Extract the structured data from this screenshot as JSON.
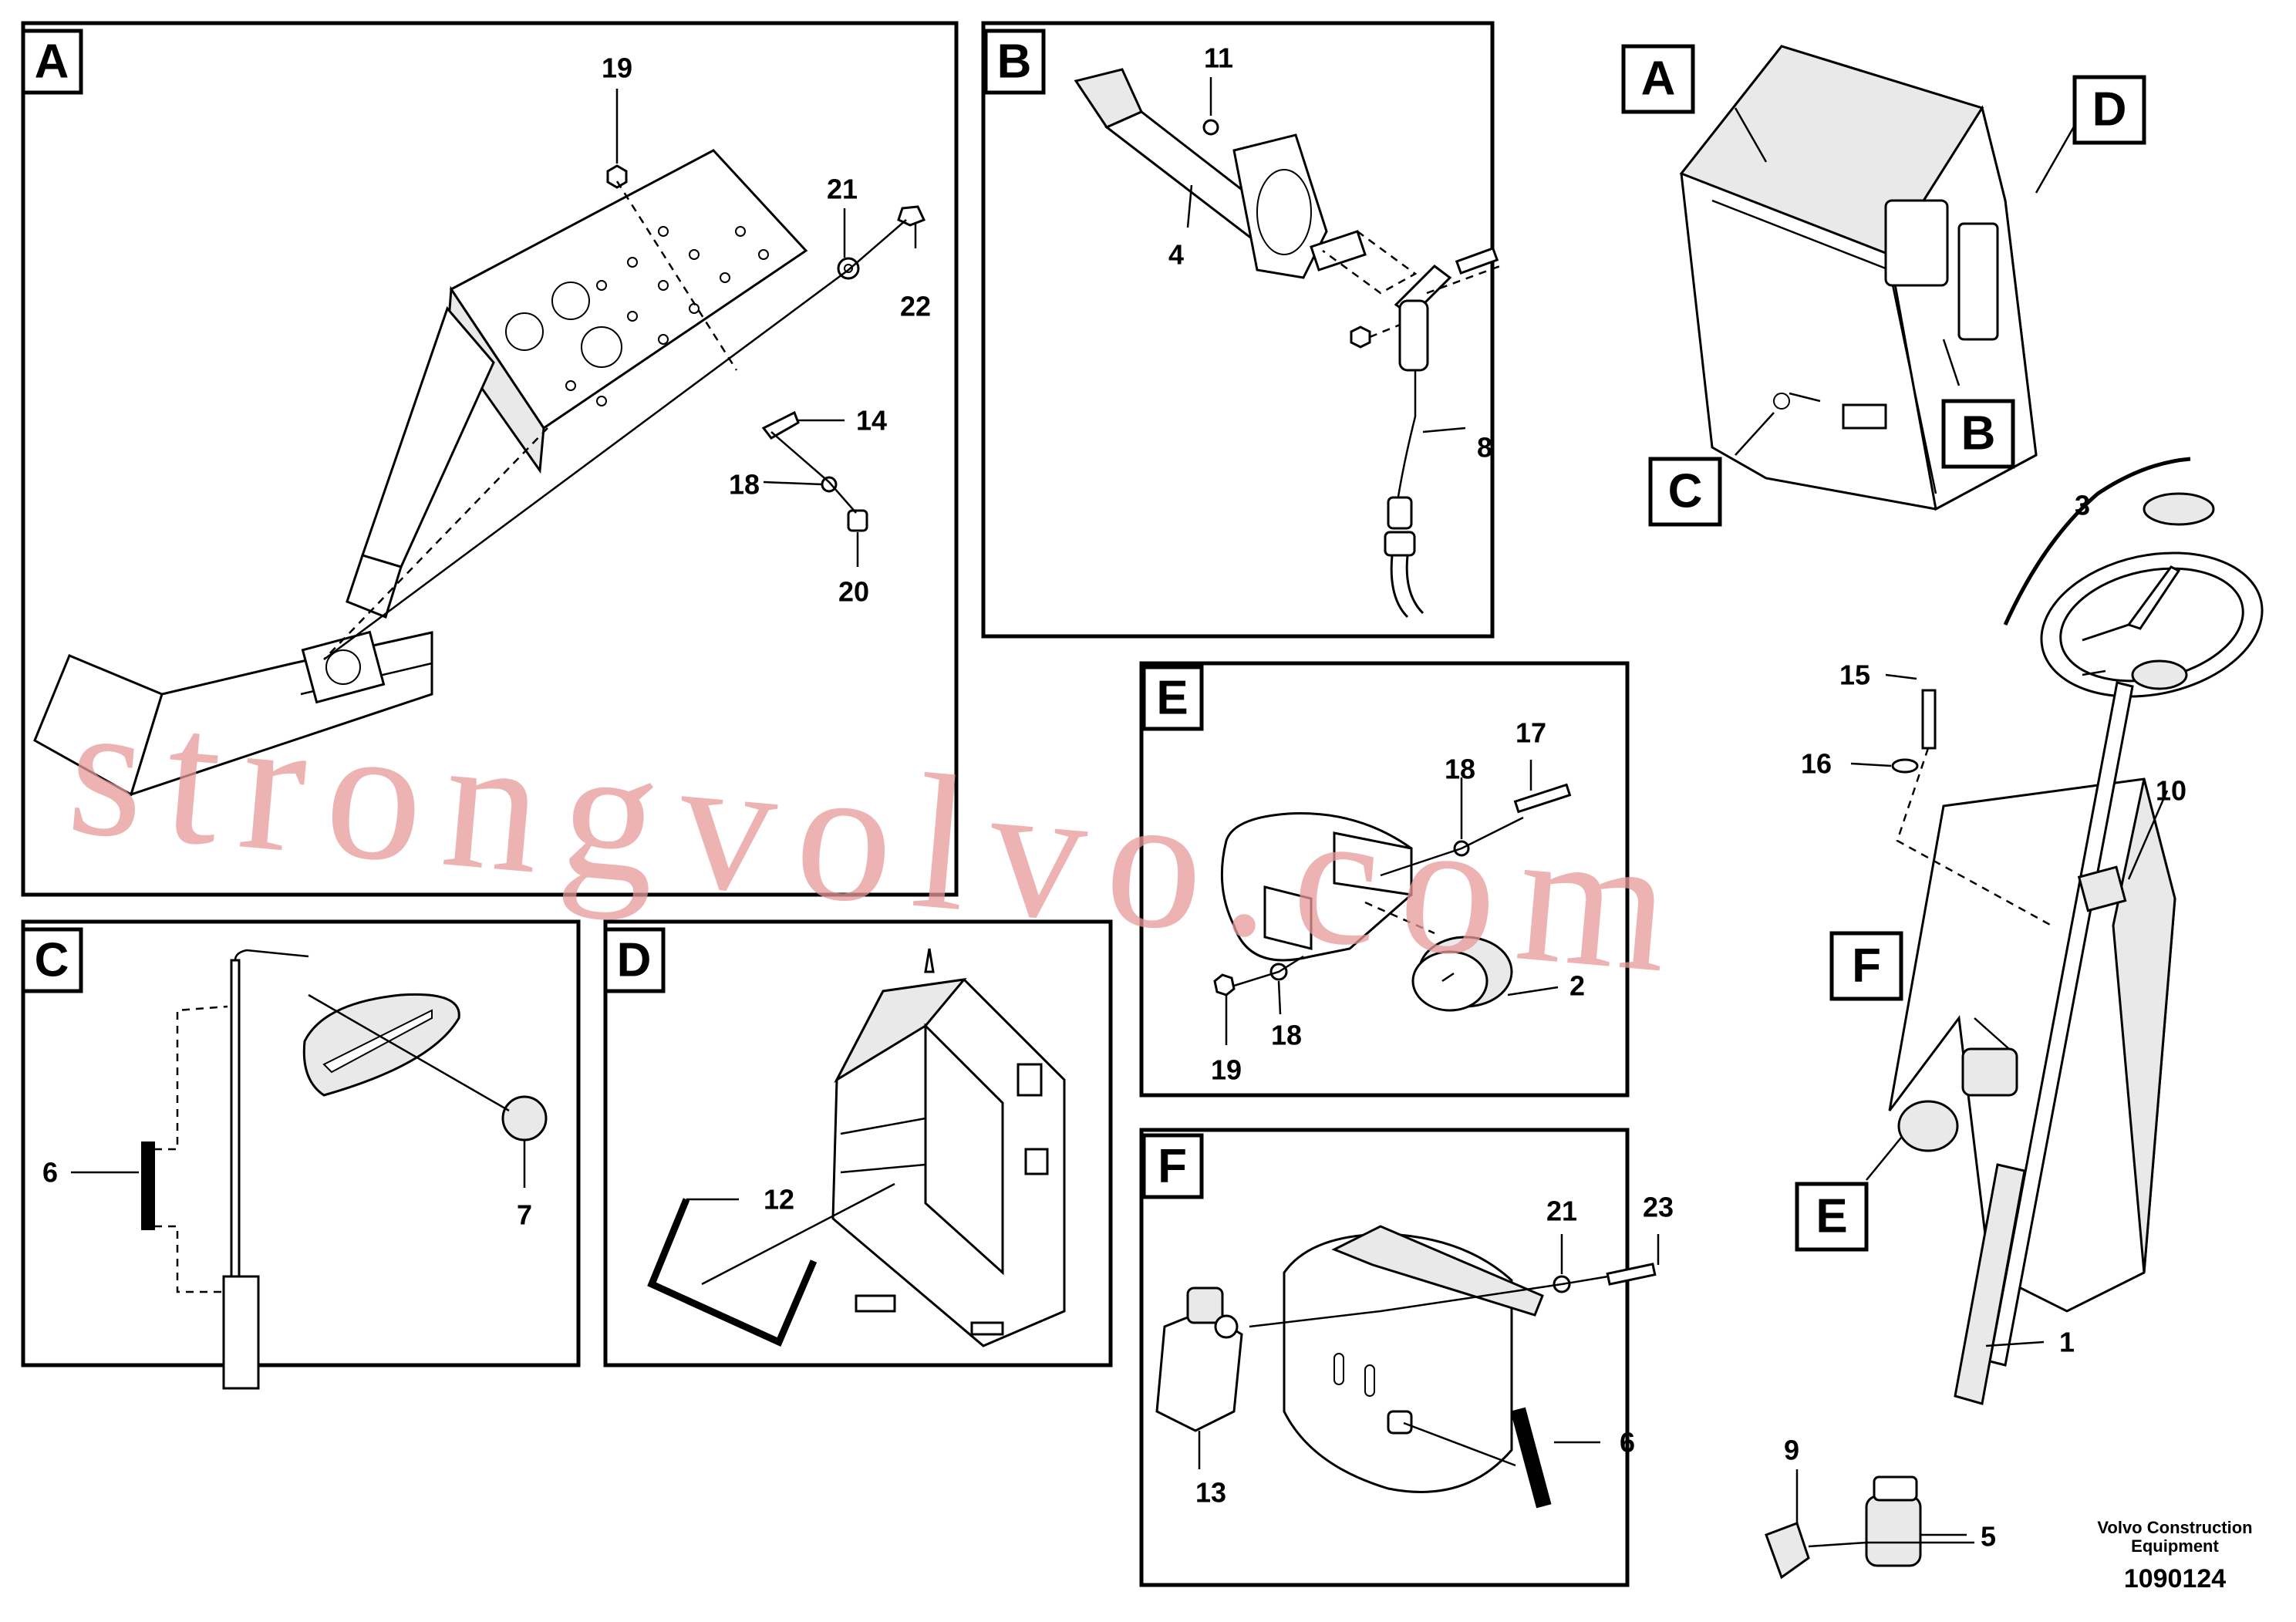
{
  "panels": {
    "A": "A",
    "B": "B",
    "C": "C",
    "D": "D",
    "E": "E",
    "F": "F"
  },
  "overview_tags": {
    "A": "A",
    "B": "B",
    "C": "C",
    "D": "D",
    "E": "E",
    "F": "F"
  },
  "callouts": {
    "a19": "19",
    "a21": "21",
    "a22": "22",
    "a14": "14",
    "a18": "18",
    "a20": "20",
    "b11": "11",
    "b4": "4",
    "b8": "8",
    "c6": "6",
    "c7": "7",
    "d12": "12",
    "e17": "17",
    "e18a": "18",
    "e18b": "18",
    "e19": "19",
    "e2": "2",
    "f21": "21",
    "f23": "23",
    "f13": "13",
    "f6": "6",
    "m3": "3",
    "m15": "15",
    "m16": "16",
    "m10": "10",
    "m1": "1",
    "m9": "9",
    "m5": "5"
  },
  "footer": {
    "brand_line1": "Volvo Construction",
    "brand_line2": "Equipment",
    "drawing_code": "1090124"
  },
  "watermark": "strongvolvo.com"
}
